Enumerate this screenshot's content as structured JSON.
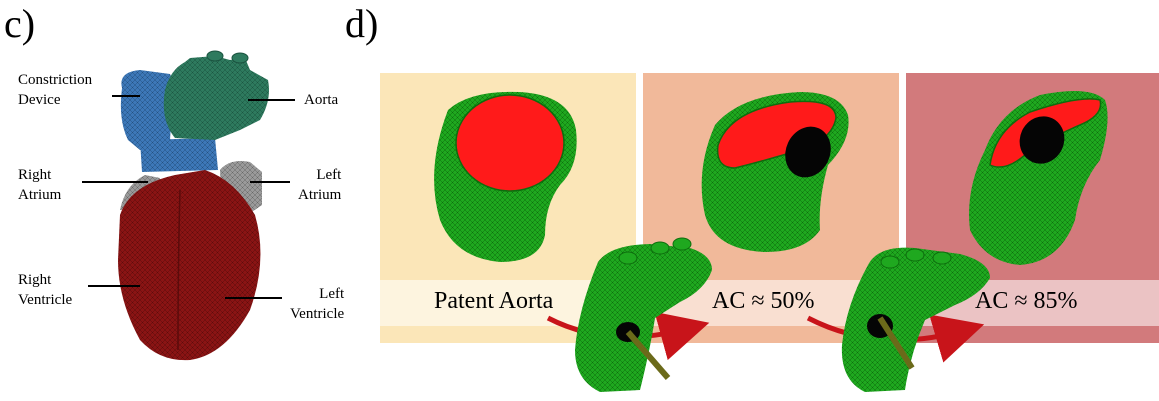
{
  "panel_c": {
    "label": "c)",
    "annotations": {
      "constriction_device": [
        "Constriction",
        "Device"
      ],
      "aorta": "Aorta",
      "right_atrium": [
        "Right",
        "Atrium"
      ],
      "left_atrium": [
        "Left",
        "Atrium"
      ],
      "right_ventricle": [
        "Right",
        "Ventricle"
      ],
      "left_ventricle": [
        "Left",
        "Ventricle"
      ]
    }
  },
  "panel_d": {
    "label": "d)",
    "stages": [
      {
        "label": "Patent Aorta"
      },
      {
        "label": "AC ≈ 50%"
      },
      {
        "label": "AC ≈ 85%"
      }
    ]
  },
  "colors": {
    "mesh_green": "#1fa81f",
    "lumen_red": "#ff1a1a",
    "stage1_bg": "#fbe6b8",
    "stage2_bg": "#f1b99a",
    "stage3_bg": "#d27a7c",
    "arrow_red": "#c8141a",
    "heart_red": "#8a1414",
    "device_blue": "#3d78b8"
  }
}
